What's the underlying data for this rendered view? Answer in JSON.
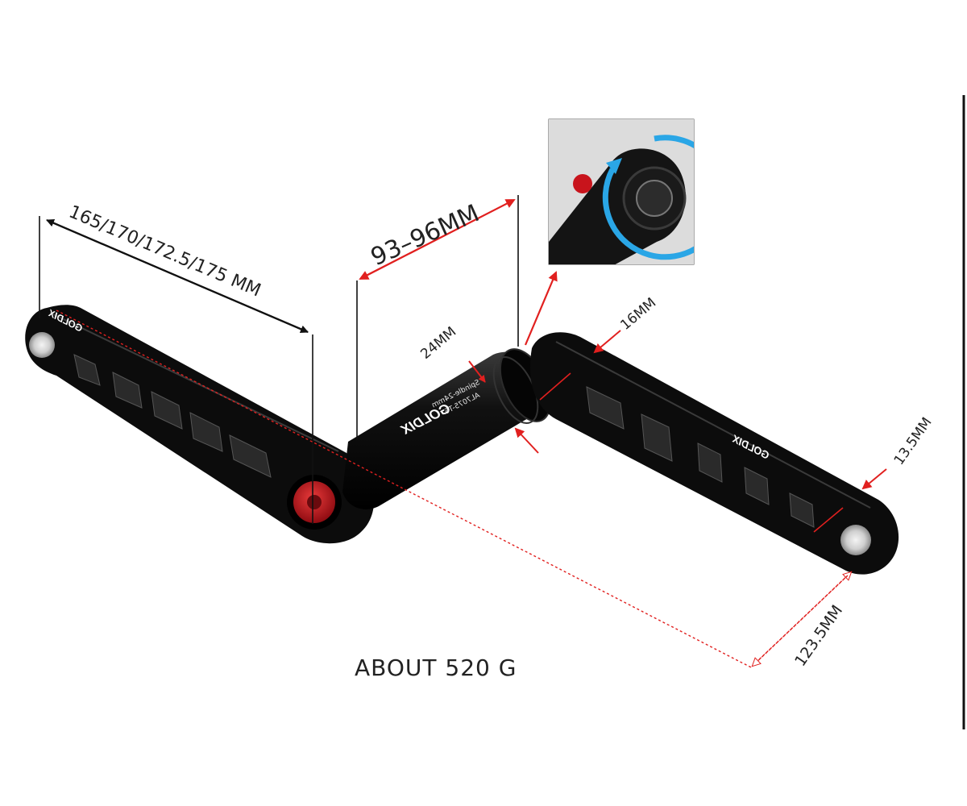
{
  "labels": {
    "crank_length": "165/170/172.5/175 MM",
    "spindle_length": "93–96MM",
    "spindle_diameter": "24MM",
    "arm_width": "16MM",
    "arm_thickness": "13.5MM",
    "q_factor_offset": "123.5MM",
    "weight": "ABOUT 520 G"
  },
  "product": {
    "brand": "GOLDIX",
    "spindle_print_1": "Spindle-24mm",
    "spindle_print_2": "AL7075-T6"
  },
  "colors": {
    "arrow_red": "#e1201f",
    "dim_line_black": "#111111",
    "crank_black": "#0c0c0c",
    "cap_red": "#c8141c",
    "rotate_blue": "#2aa6e6"
  },
  "icons": {
    "inset": "crank-bolt-rotation-inset",
    "rotation_arrow": "rotate-arrow-icon"
  }
}
